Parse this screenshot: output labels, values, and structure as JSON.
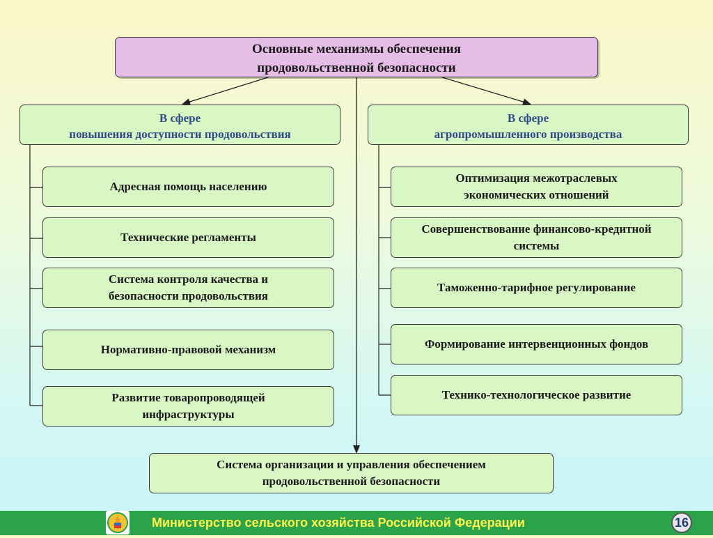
{
  "title": {
    "line1": "Основные механизмы обеспечения",
    "line2": "продовольственной безопасности"
  },
  "left_category": {
    "line1": "В сфере",
    "line2": "повышения доступности продовольствия",
    "items": [
      "Адресная помощь населению",
      "Технические регламенты",
      "Система контроля качества и безопасности продовольствия",
      "Нормативно-правовой механизм",
      "Развитие товаропроводящей инфраструктуры"
    ]
  },
  "right_category": {
    "line1": "В сфере",
    "line2": "агропромышленного производства",
    "items": [
      "Оптимизация межотраслевых экономических отношений",
      "Совершенствование финансово-кредитной системы",
      "Таможенно-тарифное регулирование",
      "Формирование интервенционных фондов",
      "Технико-технологическое развитие"
    ]
  },
  "bottom_box": "Система организации и управления обеспечением продовольственной безопасности",
  "footer": {
    "ministry": "Министерство сельского хозяйства Российской Федерации",
    "page_number": "16"
  },
  "colors": {
    "title_fill": "#e6bde6",
    "box_fill": "#d9f7c4",
    "category_text": "#2e4a8a",
    "footer_bar": "#2aa34a",
    "footer_text": "#fff34d"
  }
}
